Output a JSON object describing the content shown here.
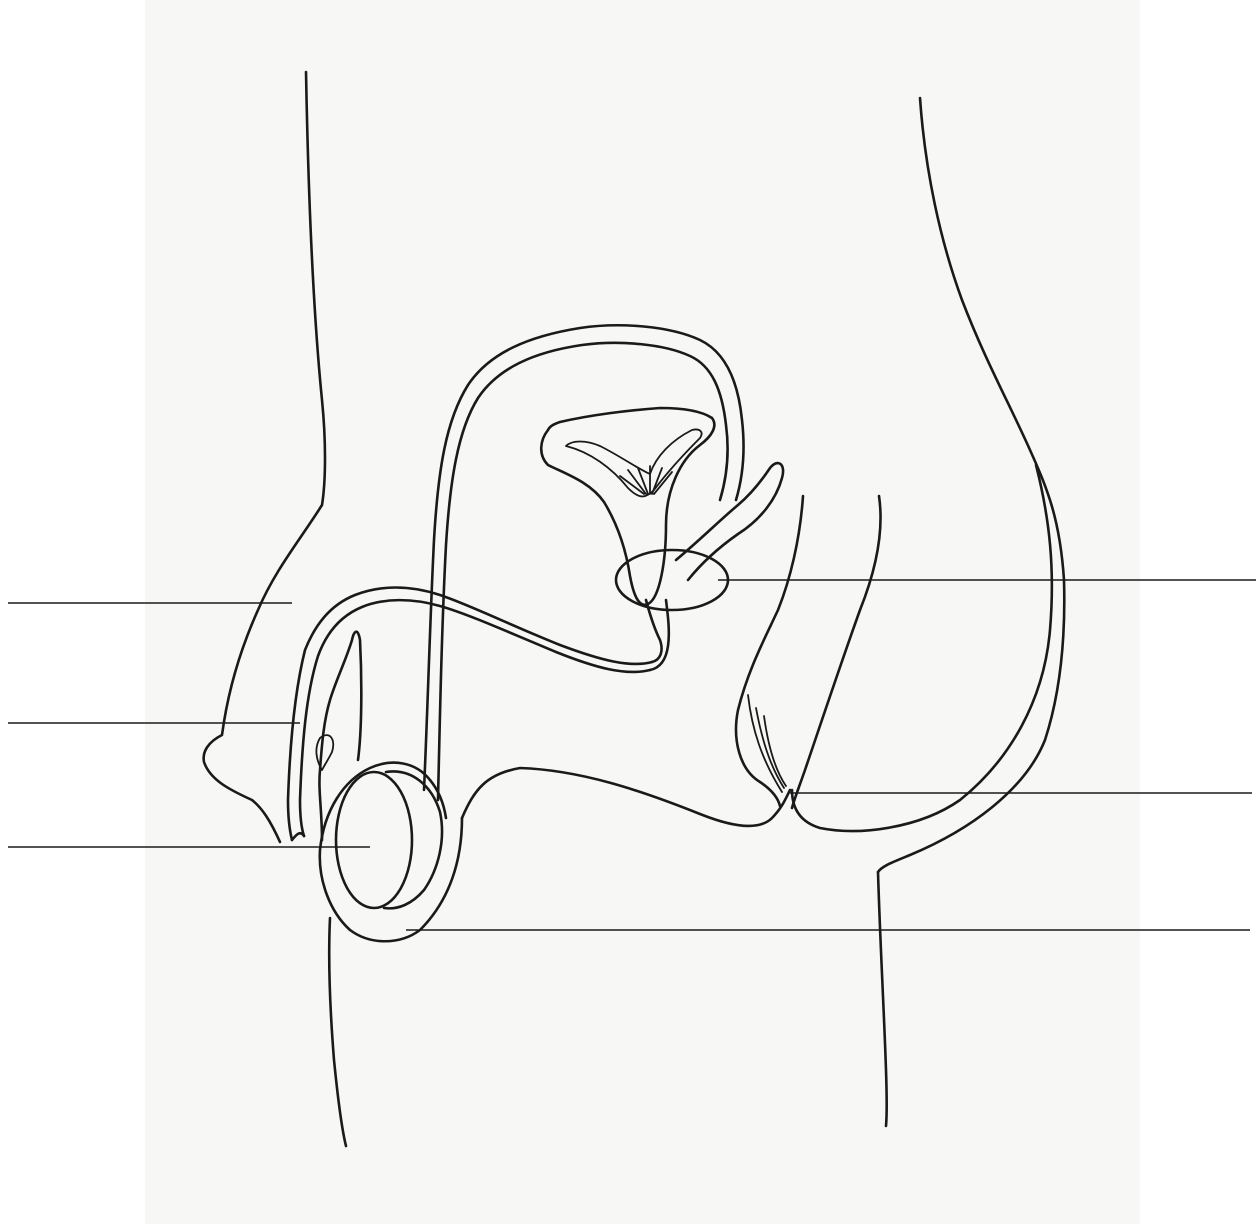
{
  "diagram": {
    "labels": [],
    "leader_lines": [
      {
        "id": "leader-left-1",
        "label": ""
      },
      {
        "id": "leader-left-2",
        "label": ""
      },
      {
        "id": "leader-left-3",
        "label": ""
      },
      {
        "id": "leader-right-1",
        "label": ""
      },
      {
        "id": "leader-right-2",
        "label": ""
      },
      {
        "id": "leader-right-3",
        "label": ""
      }
    ],
    "colors": {
      "ink": "#1a1a1a",
      "paper": "#f7f7f6",
      "background": "#ffffff"
    }
  }
}
